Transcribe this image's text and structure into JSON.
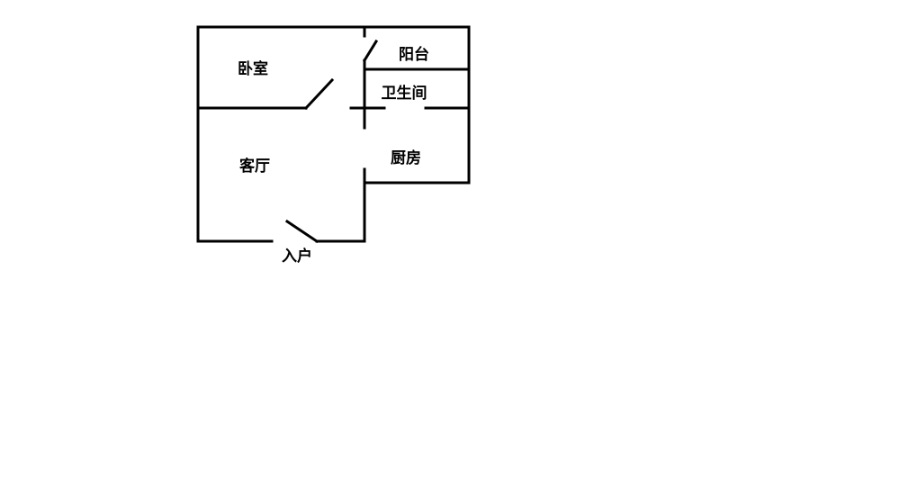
{
  "title": "Floor plan",
  "rooms": {
    "bedroom": "卧室",
    "balcony": "阳台",
    "bathroom": "卫生间",
    "living_room": "客厅",
    "kitchen": "厨房",
    "entrance": "入户"
  },
  "colors": {
    "wall": "#000000",
    "background": "#ffffff"
  }
}
